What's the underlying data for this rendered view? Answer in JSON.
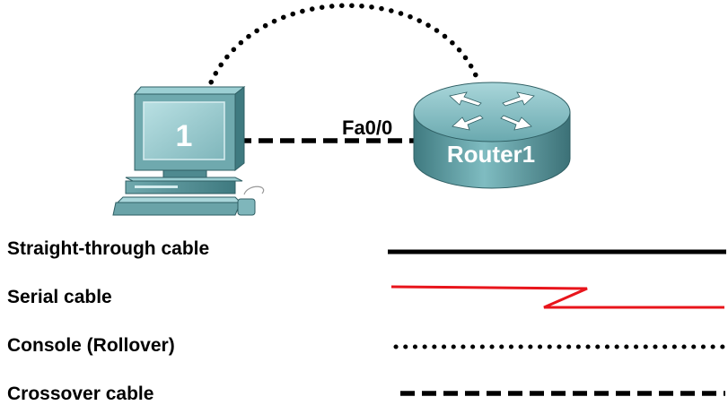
{
  "diagram": {
    "pc": {
      "label": "1",
      "icon": "pc-workstation-icon"
    },
    "router": {
      "label": "Router1",
      "icon": "router-icon"
    },
    "interface_label": "Fa0/0",
    "links": [
      {
        "from": "pc",
        "to": "router",
        "style": "console",
        "color": "#000000"
      },
      {
        "from": "pc",
        "to": "router",
        "style": "crossover",
        "color": "#000000"
      }
    ]
  },
  "legend": {
    "items": [
      {
        "label": "Straight-through cable",
        "style": "straight",
        "color": "#000000"
      },
      {
        "label": "Serial cable",
        "style": "serial",
        "color": "#e8141b"
      },
      {
        "label": "Console (Rollover)",
        "style": "console",
        "color": "#000000"
      },
      {
        "label": "Crossover cable",
        "style": "crossover",
        "color": "#000000"
      }
    ]
  },
  "colors": {
    "device_teal": "#5f9ea4",
    "device_teal_dark": "#3f7a80",
    "device_teal_light": "#8cc3c8",
    "serial_red": "#e8141b"
  }
}
